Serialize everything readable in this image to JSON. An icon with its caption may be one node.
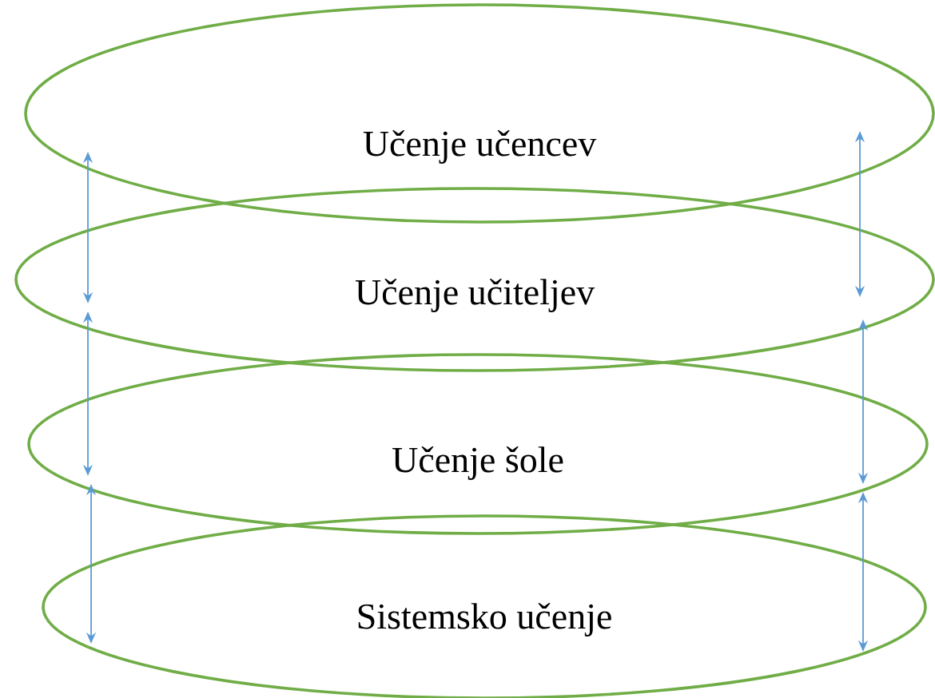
{
  "diagram": {
    "nodes": [
      {
        "text": [
          "Učenje učencev"
        ]
      },
      {
        "text": [
          "Učenje učiteljev"
        ]
      },
      {
        "text": [
          "Učenje šole"
        ]
      },
      {
        "text": [
          "Sistemsko učenje"
        ]
      }
    ],
    "edges": [
      {
        "from": 0,
        "to": 1,
        "arrow": "both"
      },
      {
        "from": 1,
        "to": 2,
        "arrow": "both"
      },
      {
        "from": 2,
        "to": 3,
        "arrow": "both"
      },
      {
        "from": 0,
        "to": 1,
        "arrow": "both"
      },
      {
        "from": 1,
        "to": 2,
        "arrow": "both"
      },
      {
        "from": 2,
        "to": 3,
        "arrow": "both"
      }
    ]
  }
}
